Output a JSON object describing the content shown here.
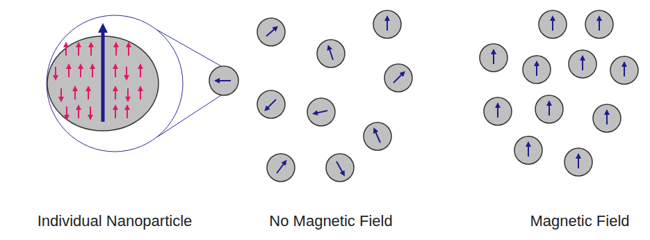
{
  "diagram": {
    "labels": [
      "Individual Nanoparticle",
      "No Magnetic Field",
      "Magnetic Field"
    ]
  }
}
